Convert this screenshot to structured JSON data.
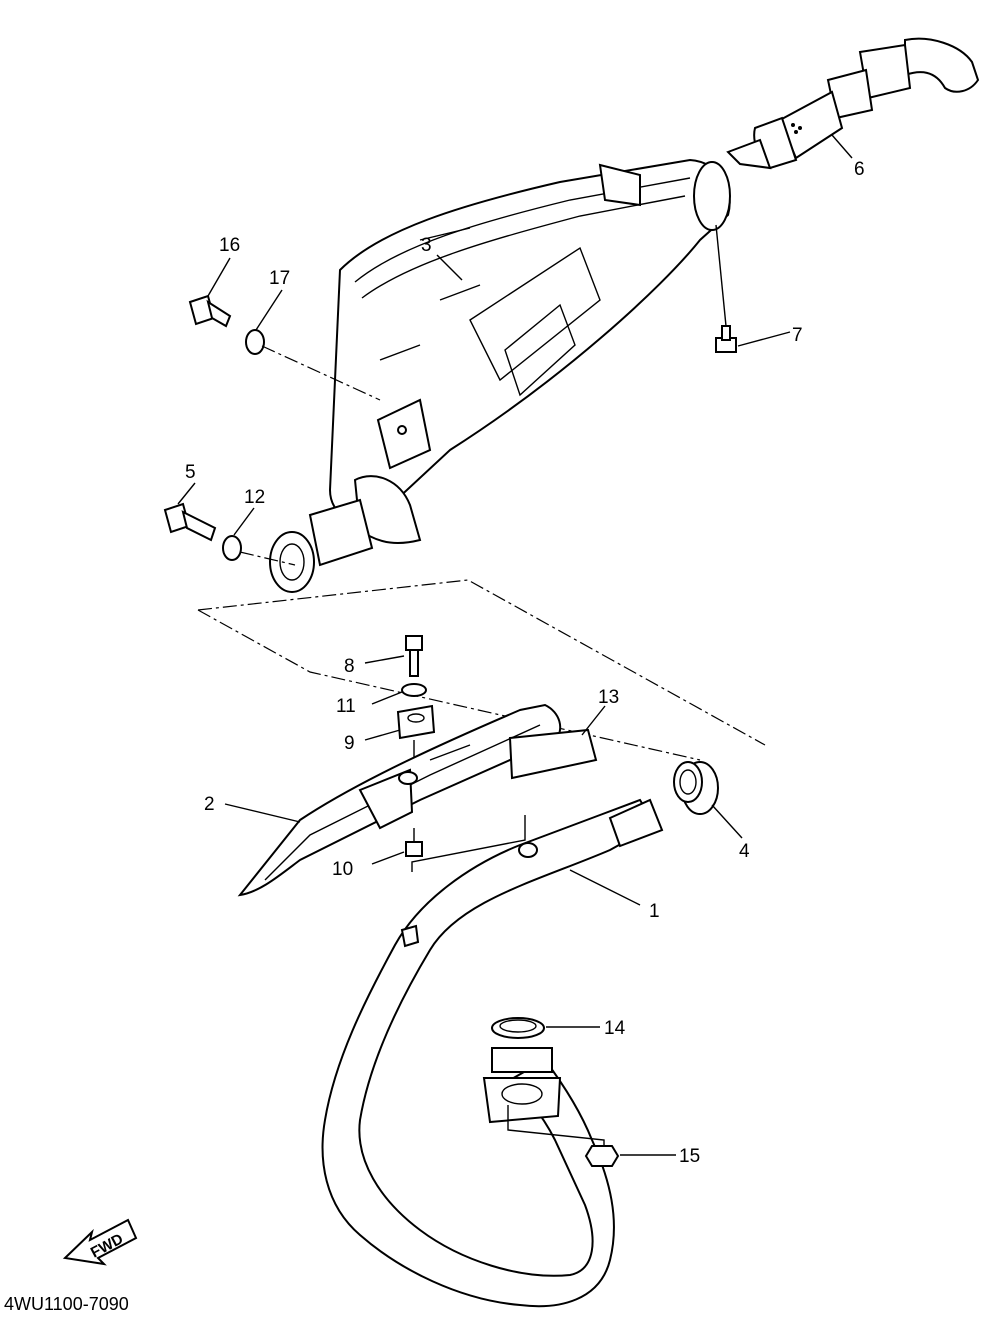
{
  "diagram": {
    "part_code": "4WU1100-7090",
    "fwd_label": "FWD",
    "callouts": [
      {
        "id": "c1",
        "text": "1"
      },
      {
        "id": "c2",
        "text": "2"
      },
      {
        "id": "c3",
        "text": "3"
      },
      {
        "id": "c4",
        "text": "4"
      },
      {
        "id": "c5",
        "text": "5"
      },
      {
        "id": "c6",
        "text": "6"
      },
      {
        "id": "c7",
        "text": "7"
      },
      {
        "id": "c8",
        "text": "8"
      },
      {
        "id": "c9",
        "text": "9"
      },
      {
        "id": "c10",
        "text": "10"
      },
      {
        "id": "c11",
        "text": "11"
      },
      {
        "id": "c12",
        "text": "12"
      },
      {
        "id": "c13",
        "text": "13"
      },
      {
        "id": "c14",
        "text": "14"
      },
      {
        "id": "c15",
        "text": "15"
      },
      {
        "id": "c16",
        "text": "16"
      },
      {
        "id": "c17",
        "text": "17"
      }
    ]
  }
}
